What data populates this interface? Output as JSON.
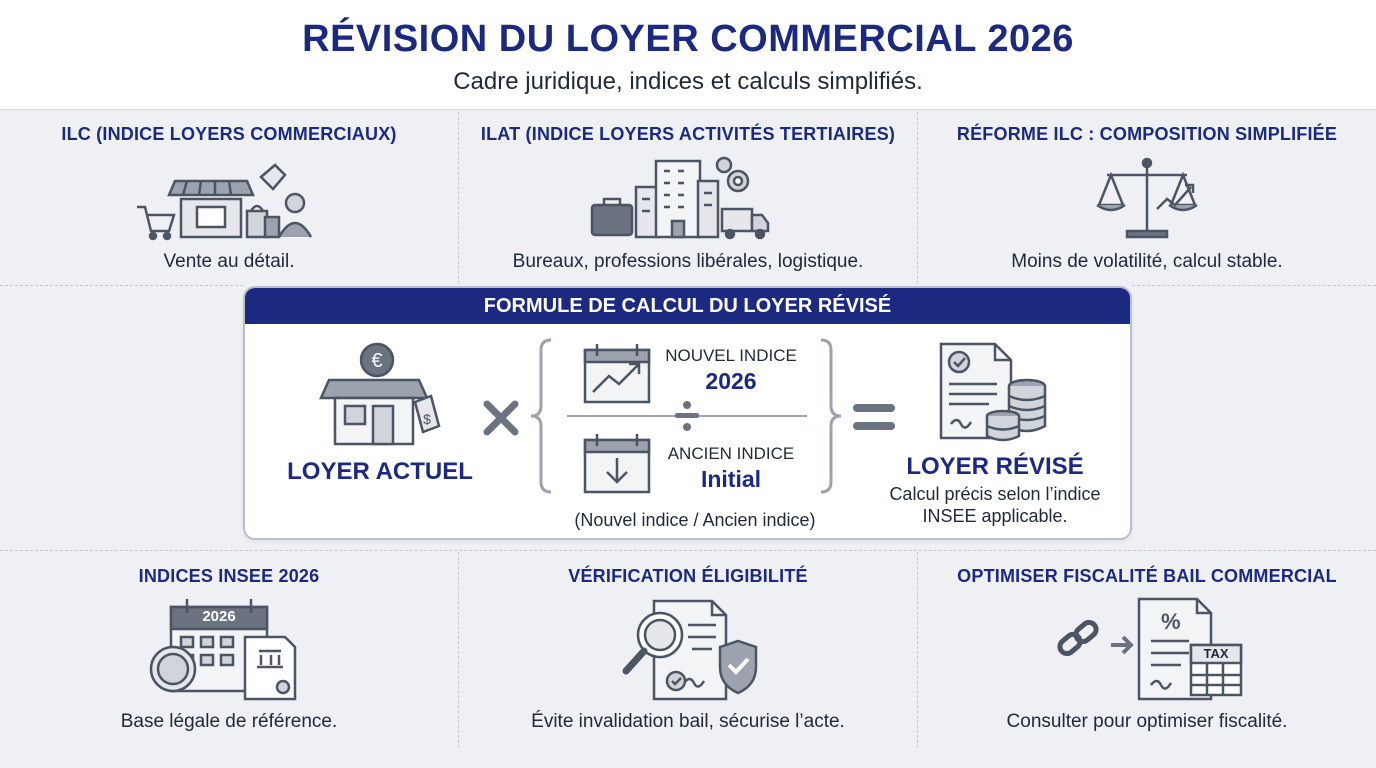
{
  "header": {
    "title": "RÉVISION DU LOYER COMMERCIAL 2026",
    "subtitle": "Cadre juridique, indices et calculs simplifiés."
  },
  "panels_top": [
    {
      "title": "ILC (INDICE LOYERS COMMERCIAUX)",
      "caption": "Vente au détail.",
      "icon": "storefront-icon"
    },
    {
      "title": "ILAT (INDICE LOYERS ACTIVITÉS TERTIAIRES)",
      "caption": "Bureaux, professions libérales, logistique.",
      "icon": "office-building-icon"
    },
    {
      "title": "RÉFORME ILC : COMPOSITION SIMPLIFIÉE",
      "caption": "Moins de volatilité, calcul stable.",
      "icon": "scale-icon"
    }
  ],
  "formula": {
    "header": "FORMULE DE CALCUL DU LOYER RÉVISÉ",
    "current_rent_label": "LOYER ACTUEL",
    "new_index_label": "NOUVEL INDICE",
    "new_index_year": "2026",
    "old_index_label": "ANCIEN INDICE",
    "old_index_value": "Initial",
    "ratio_note": "(Nouvel indice / Ancien indice)",
    "revised_rent_label": "LOYER RÉVISÉ",
    "revised_rent_note_line1": "Calcul précis selon l’indice",
    "revised_rent_note_line2": "INSEE applicable."
  },
  "panels_bottom": [
    {
      "title": "INDICES INSEE 2026",
      "caption": "Base légale de référence.",
      "icon": "calendar-document-icon",
      "calendar_year": "2026"
    },
    {
      "title": "VÉRIFICATION ÉLIGIBILITÉ",
      "caption": "Évite invalidation bail, sécurise l’acte.",
      "icon": "magnifier-shield-icon"
    },
    {
      "title": "OPTIMISER FISCALITÉ BAIL COMMERCIAL",
      "caption": "Consulter pour optimiser fiscalité.",
      "icon": "tax-document-icon",
      "tax_label": "TAX"
    }
  ],
  "colors": {
    "navy": "#1b2a80",
    "icon_gray": "#6b7280",
    "background": "#eef0f4"
  }
}
